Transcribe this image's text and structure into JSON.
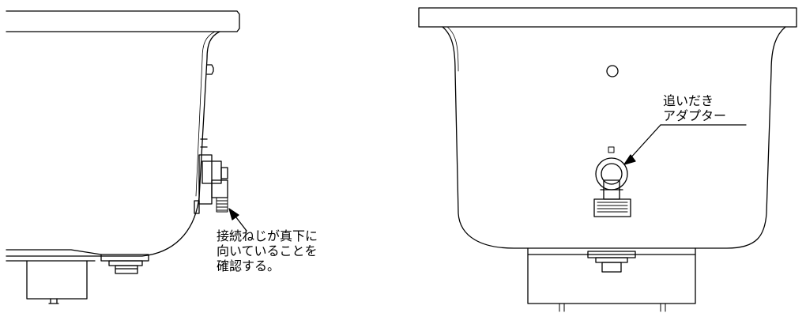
{
  "side_view": {
    "note_lines": [
      "接続ねじが真下に",
      "向いていることを",
      "確認する。"
    ]
  },
  "front_view": {
    "adapter_label_lines": [
      "追いだき",
      "アダプター"
    ]
  },
  "colors": {
    "line": "#000000",
    "background": "#ffffff"
  }
}
